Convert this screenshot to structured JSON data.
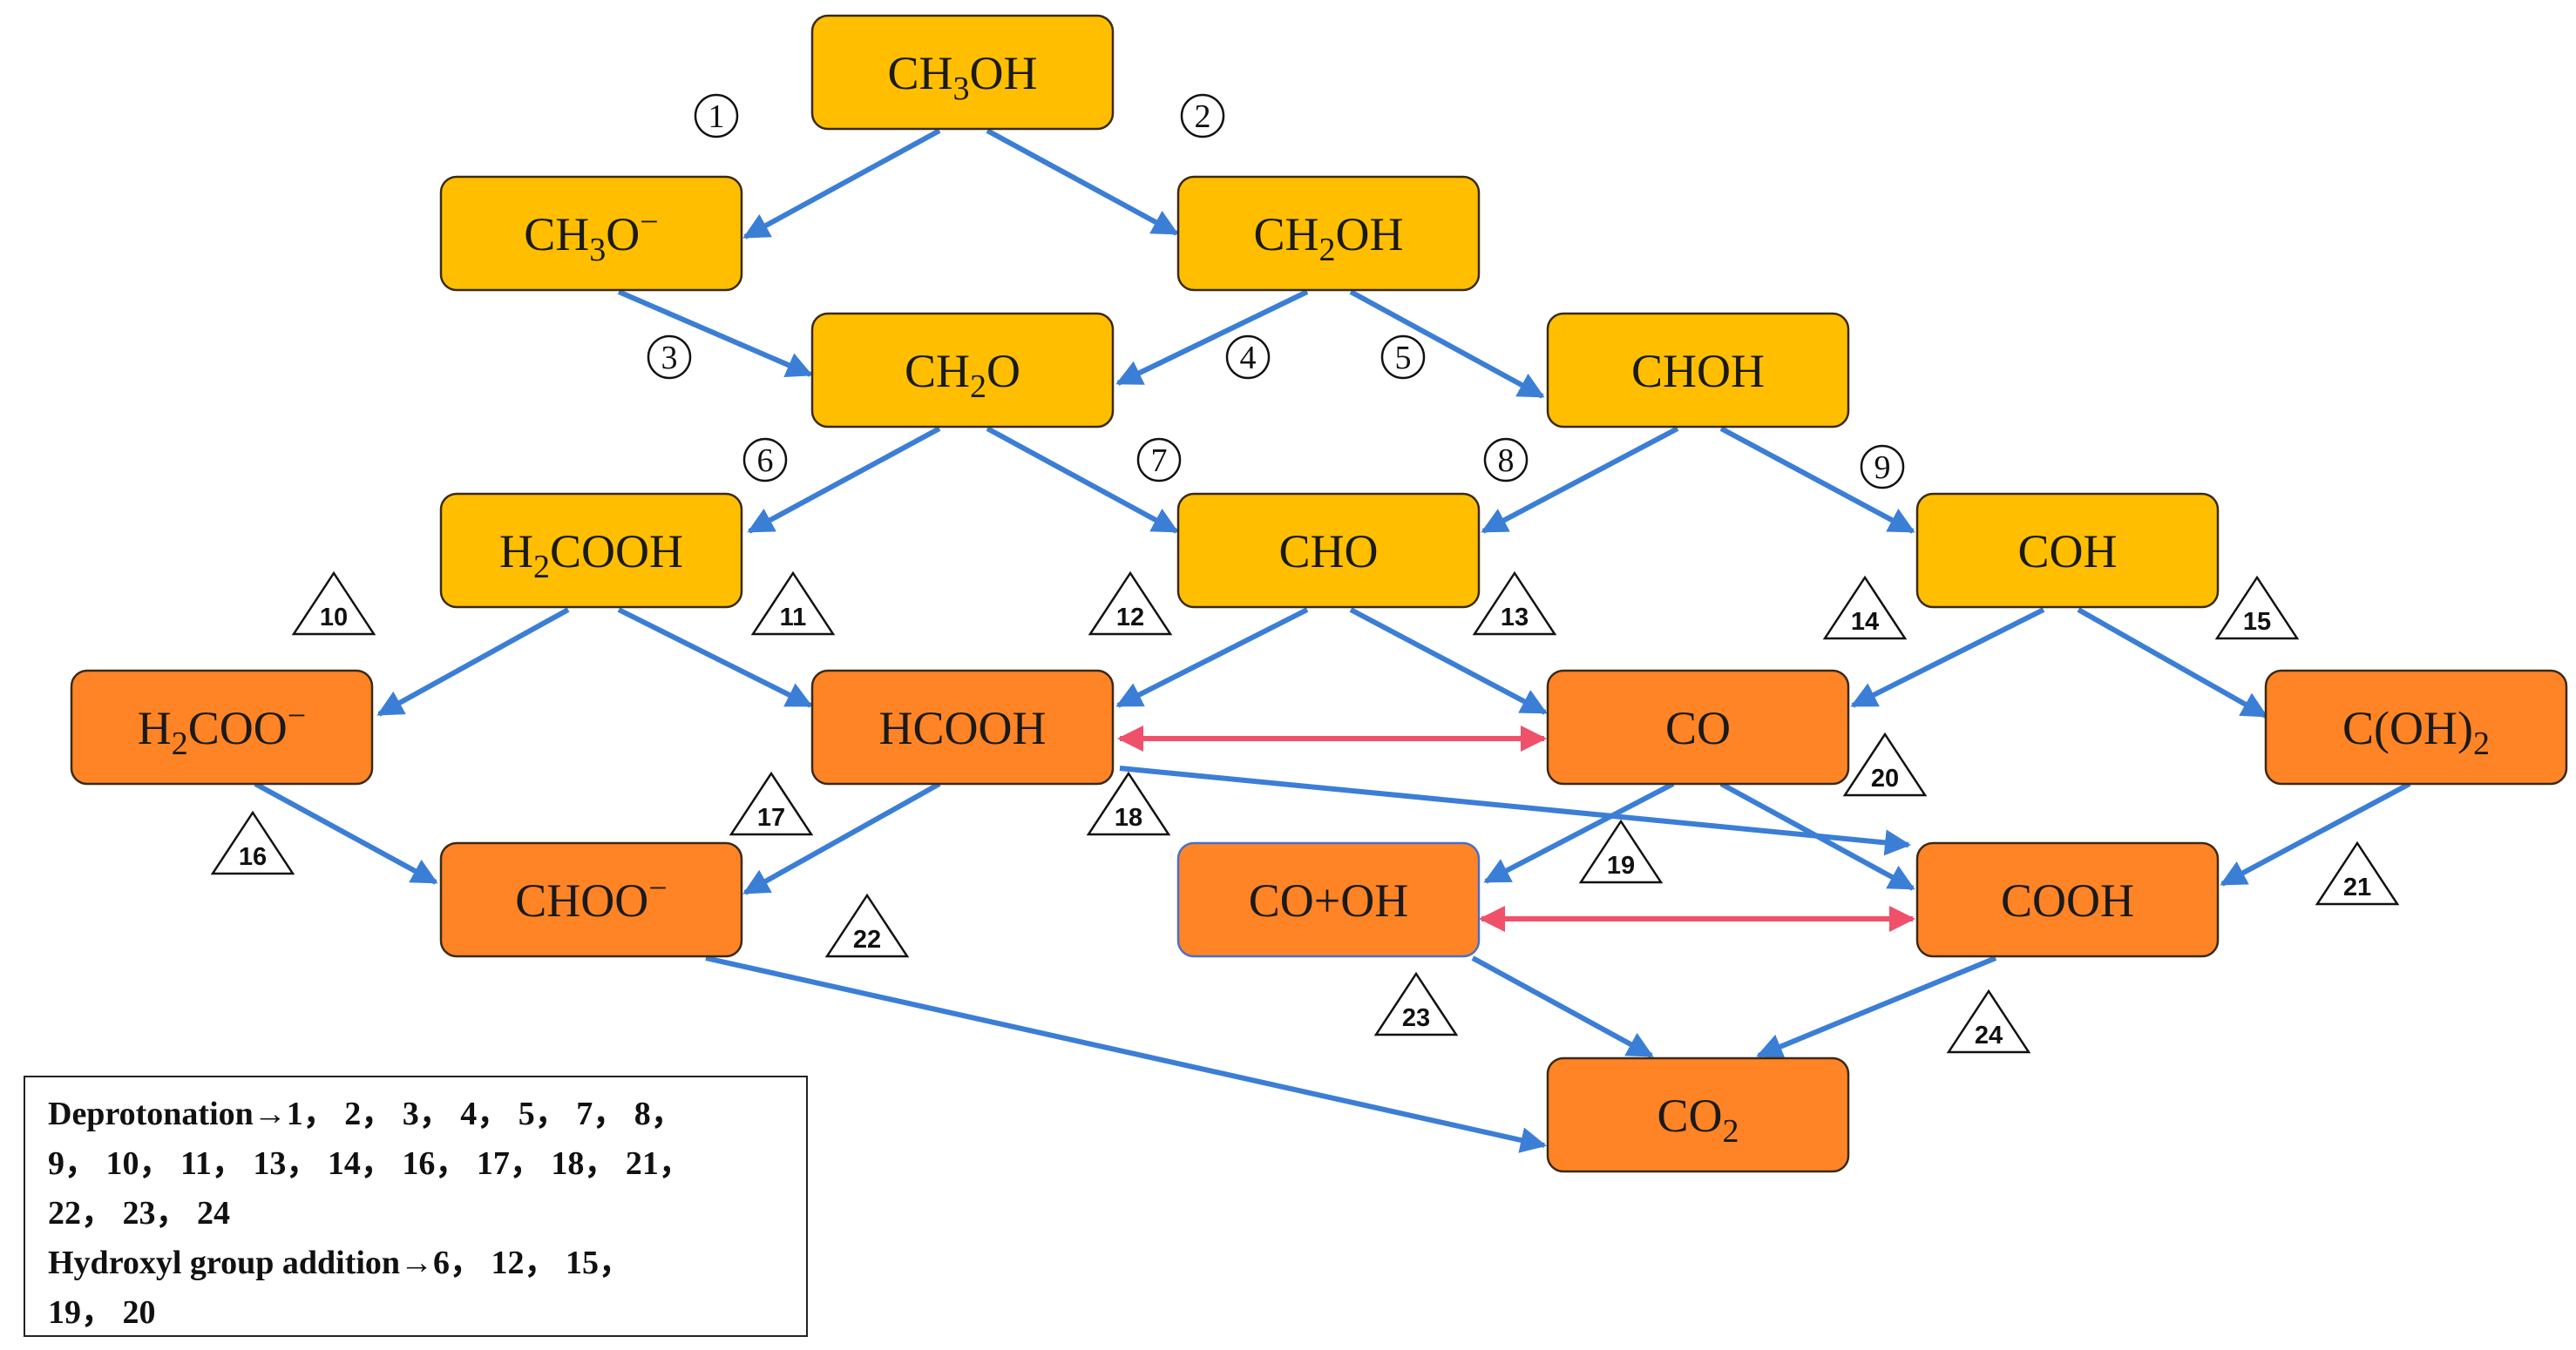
{
  "colors": {
    "yellow_node": "#FFBF00",
    "orange_node": "#FF8426",
    "node_border": "#3a2a14",
    "arrow_blue": "#3b7ed6",
    "arrow_red": "#f0506a"
  },
  "nodes": {
    "ch3oh": {
      "parts": [
        [
          "CH",
          ""
        ],
        [
          "3",
          "sub"
        ],
        [
          "OH",
          ""
        ]
      ]
    },
    "ch3o": {
      "parts": [
        [
          "CH",
          ""
        ],
        [
          "3",
          "sub"
        ],
        [
          "O",
          ""
        ],
        [
          "−",
          "sup"
        ]
      ]
    },
    "ch2oh": {
      "parts": [
        [
          "CH",
          ""
        ],
        [
          "2",
          "sub"
        ],
        [
          "OH",
          ""
        ]
      ]
    },
    "ch2o": {
      "parts": [
        [
          "CH",
          ""
        ],
        [
          "2",
          "sub"
        ],
        [
          "O",
          ""
        ]
      ]
    },
    "choh": {
      "parts": [
        [
          "CHOH",
          ""
        ]
      ]
    },
    "h2cooh": {
      "parts": [
        [
          "H",
          ""
        ],
        [
          "2",
          "sub"
        ],
        [
          "COOH",
          ""
        ]
      ]
    },
    "cho": {
      "parts": [
        [
          "CHO",
          ""
        ]
      ]
    },
    "coh": {
      "parts": [
        [
          "COH",
          ""
        ]
      ]
    },
    "h2coo": {
      "parts": [
        [
          "H",
          ""
        ],
        [
          "2",
          "sub"
        ],
        [
          "COO",
          ""
        ],
        [
          "−",
          "sup"
        ]
      ]
    },
    "hcooh": {
      "parts": [
        [
          "HCOOH",
          ""
        ]
      ]
    },
    "co": {
      "parts": [
        [
          "CO",
          ""
        ]
      ]
    },
    "c_oh_2": {
      "parts": [
        [
          "C(OH)",
          ""
        ],
        [
          "2",
          "sub"
        ]
      ]
    },
    "choo": {
      "parts": [
        [
          "CHOO",
          ""
        ],
        [
          "−",
          "sup"
        ]
      ]
    },
    "co_oh": {
      "parts": [
        [
          "CO+OH",
          ""
        ]
      ]
    },
    "cooh": {
      "parts": [
        [
          "COOH",
          ""
        ]
      ]
    },
    "co2": {
      "parts": [
        [
          "CO",
          ""
        ],
        [
          "2",
          "sub"
        ]
      ]
    }
  },
  "circle_labels": [
    "①",
    "②",
    "③",
    "④",
    "⑤",
    "⑥",
    "⑦",
    "⑧",
    "⑨"
  ],
  "triangle_labels": [
    "10",
    "11",
    "12",
    "13",
    "14",
    "15",
    "16",
    "17",
    "18",
    "19",
    "20",
    "21",
    "22",
    "23",
    "24"
  ],
  "legend": {
    "lines": [
      "Deprotonation→1， 2， 3， 4， 5， 7， 8，",
      "9， 10， 11， 13， 14， 16， 17， 18， 21，",
      "22， 23， 24",
      "Hydroxyl group addition→6， 12， 15，",
      "19， 20"
    ]
  }
}
